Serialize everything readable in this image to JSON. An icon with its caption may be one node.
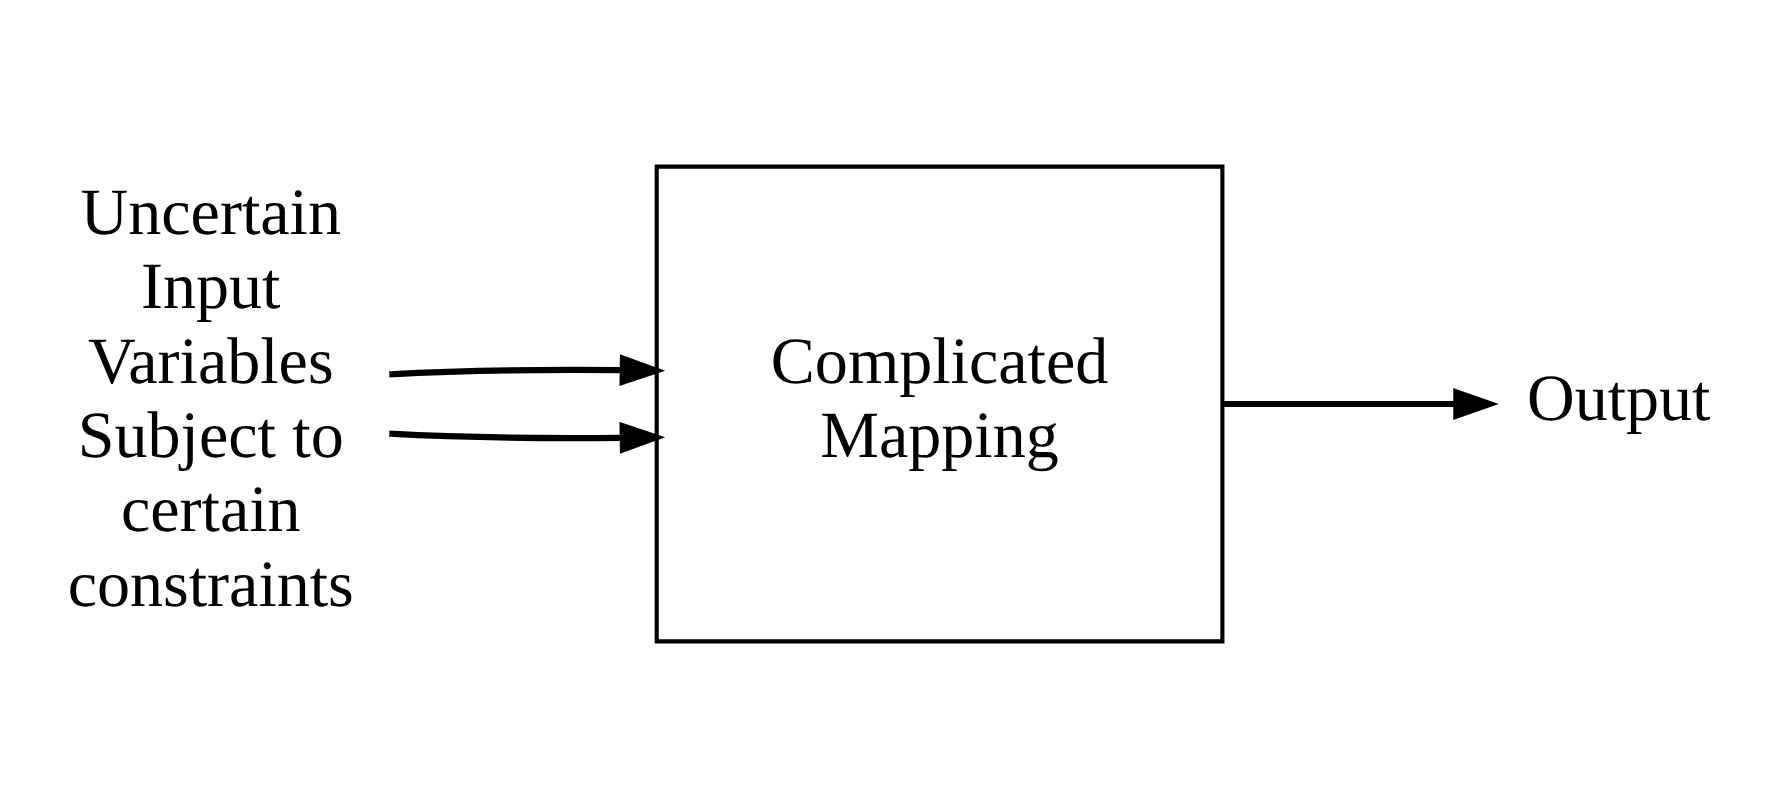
{
  "diagram": {
    "nodes": [
      {
        "text": [
          "Uncertain Input Variables Subject to certain constraints"
        ]
      },
      {
        "text": [
          "Complicated Mapping"
        ]
      },
      {
        "text": [
          "Output"
        ]
      }
    ],
    "edges": [
      {
        "from": 0,
        "to": 1,
        "arrow": "to"
      },
      {
        "from": 0,
        "to": 1,
        "arrow": "to"
      },
      {
        "from": 1,
        "to": 2,
        "arrow": "to"
      }
    ]
  }
}
